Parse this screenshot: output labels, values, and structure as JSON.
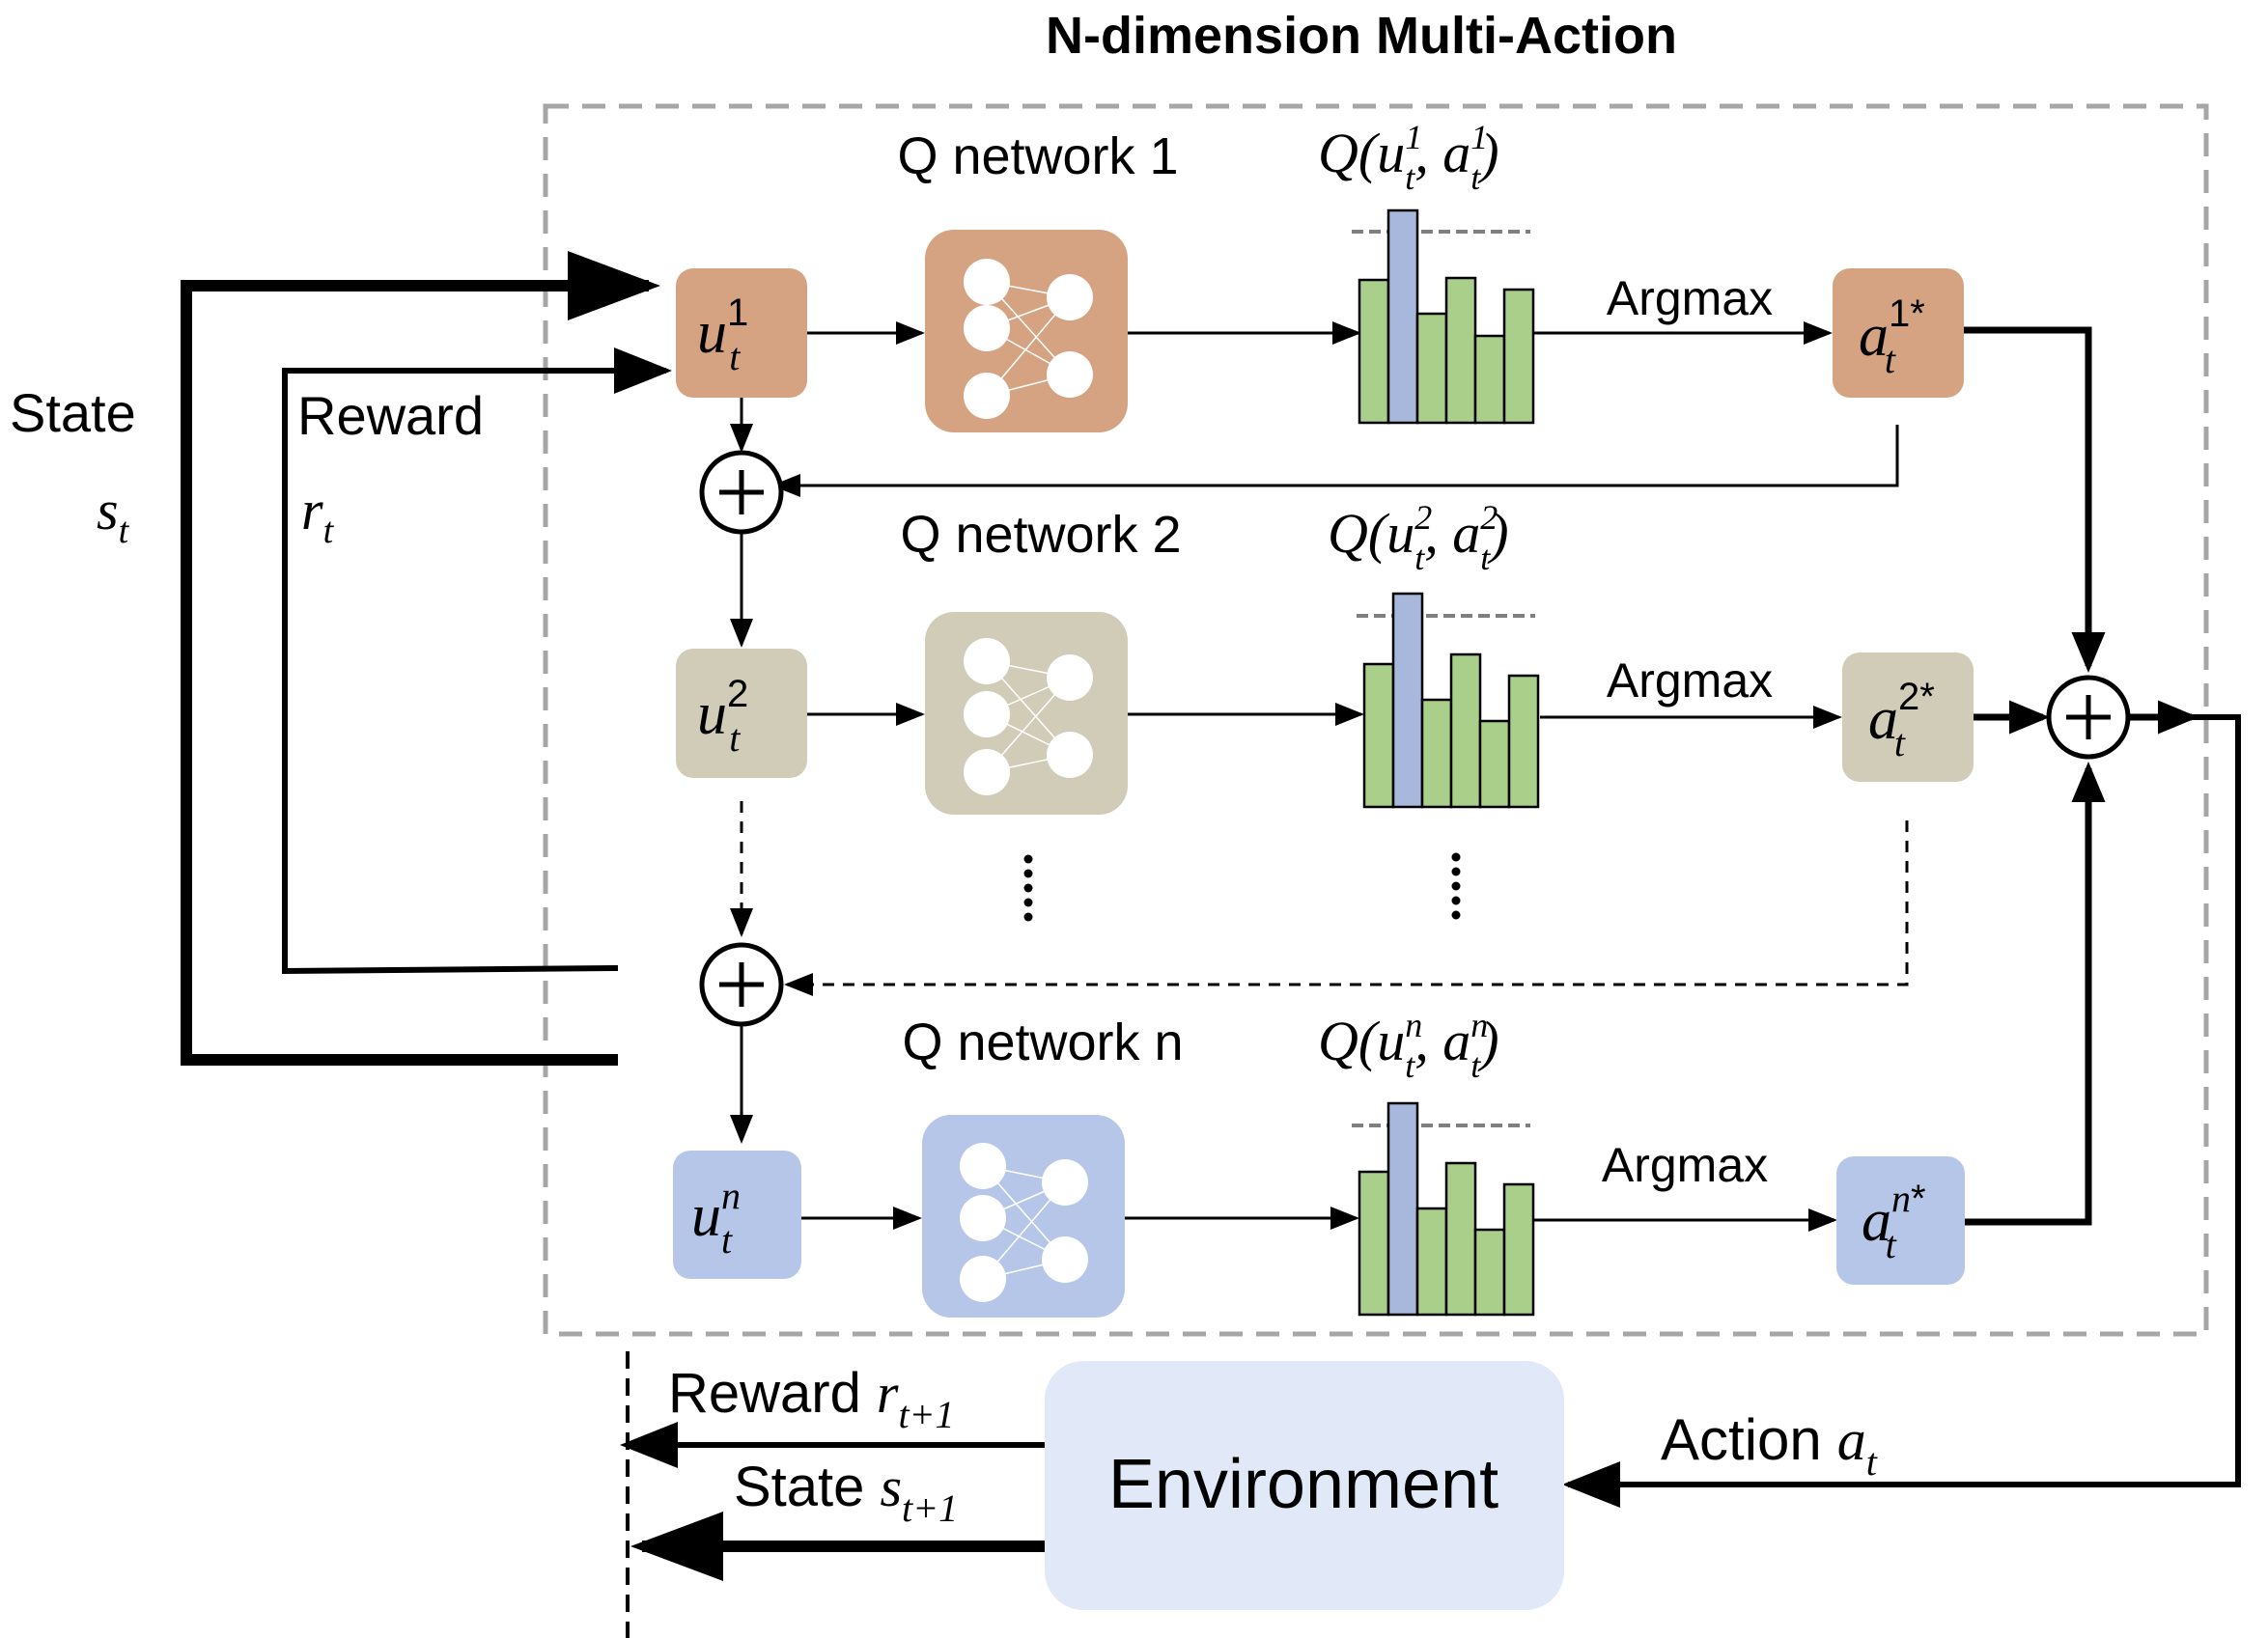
{
  "title": "N-dimension Multi-Action",
  "colors": {
    "row1": "#d5a381",
    "row2": "#d1ccb7",
    "row3": "#b5c6e8",
    "env": "#e1e8f7",
    "bar_green": "#a9cf8a",
    "bar_blue": "#a8b7dc",
    "dash_frame": "#a6a6a6"
  },
  "left": {
    "state_label": "State",
    "state_sym": "s",
    "state_sub": "t",
    "reward_label": "Reward",
    "reward_sym": "r",
    "reward_sub": "t"
  },
  "rows": [
    {
      "network_label": "Q network 1",
      "u_sym": "u",
      "u_sup": "1",
      "u_sub": "t",
      "q_open": "Q(u",
      "q_sup1": "1",
      "q_sub1": "t",
      "q_mid": ", a",
      "q_sup2": "1",
      "q_sub2": "t",
      "q_close": ")",
      "argmax_label": "Argmax",
      "a_sym": "a",
      "a_sup": "1",
      "a_star": "*",
      "a_sub": "t"
    },
    {
      "network_label": "Q network 2",
      "u_sym": "u",
      "u_sup": "2",
      "u_sub": "t",
      "q_open": "Q(u",
      "q_sup1": "2",
      "q_sub1": "t",
      "q_mid": ", a",
      "q_sup2": "2",
      "q_sub2": "t",
      "q_close": ")",
      "argmax_label": "Argmax",
      "a_sym": "a",
      "a_sup": "2",
      "a_star": "*",
      "a_sub": "t"
    },
    {
      "network_label": "Q network n",
      "u_sym": "u",
      "u_sup": "n",
      "u_sub": "t",
      "q_open": "Q(u",
      "q_sup1": "n",
      "q_sub1": "t",
      "q_mid": ", a",
      "q_sup2": "n",
      "q_sub2": "t",
      "q_close": ")",
      "argmax_label": "Argmax",
      "a_sym": "a",
      "a_sup": "n",
      "a_star": "*",
      "a_sub": "t"
    }
  ],
  "bottom": {
    "environment_label": "Environment",
    "reward_label": "Reward",
    "reward_sym": "r",
    "reward_sub": "t+1",
    "state_label": "State",
    "state_sym": "s",
    "state_sub": "t+1",
    "action_label": "Action",
    "action_sym": "a",
    "action_sub": "t"
  },
  "plus_symbol": "+"
}
